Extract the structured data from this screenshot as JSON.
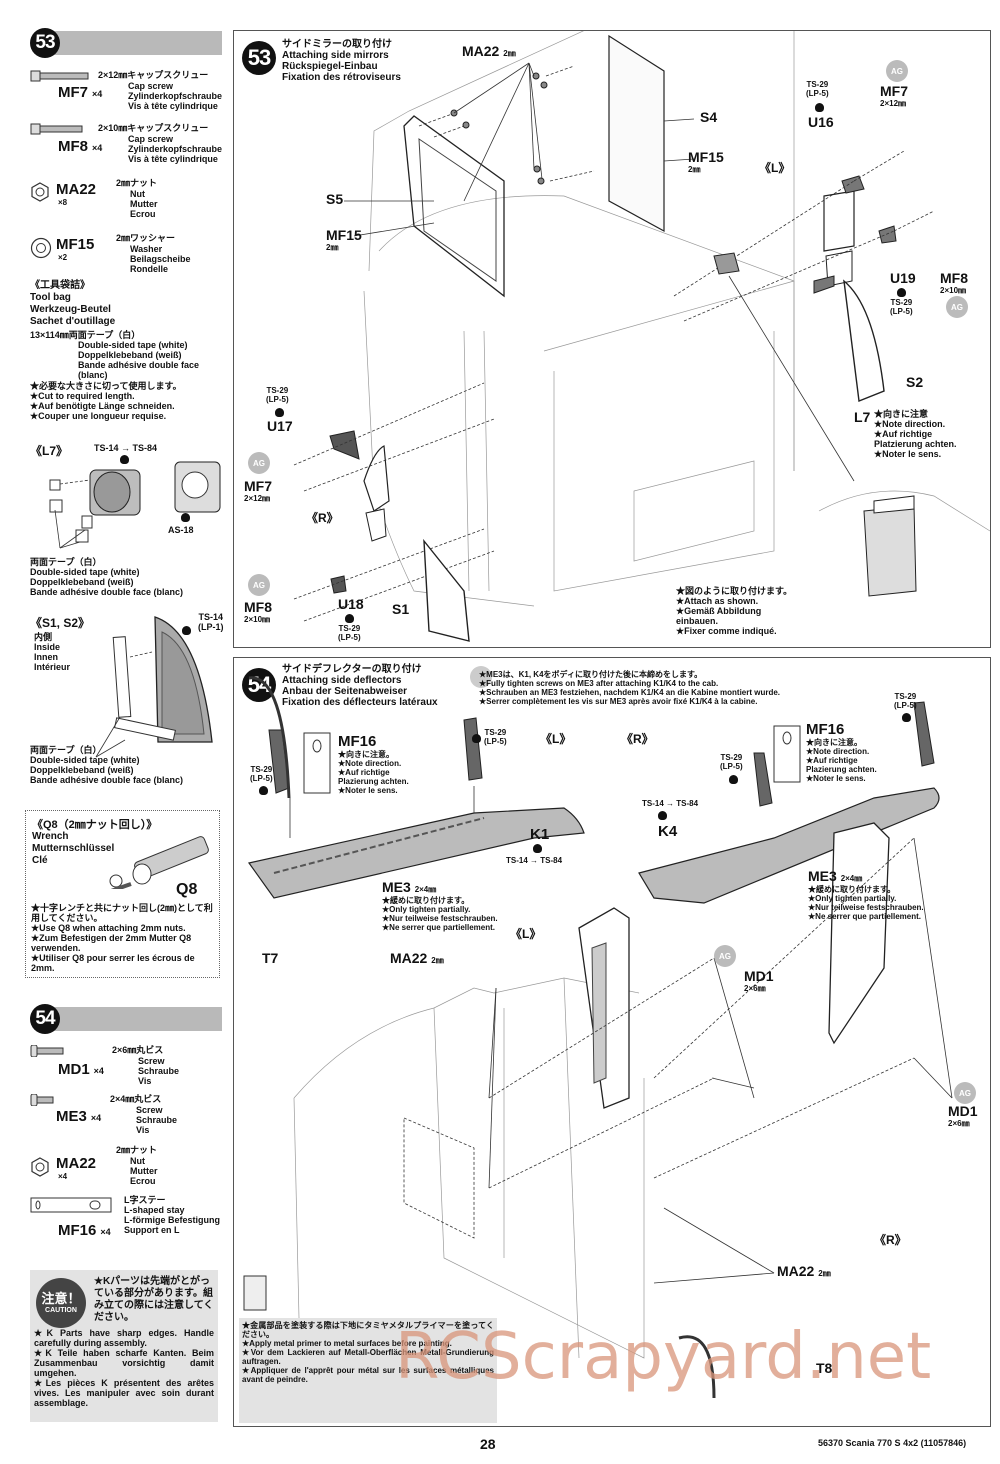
{
  "page": {
    "page_number": "28",
    "footer_product": "56370 Scania 770 S 4x2 (11057846)",
    "watermark": "RCScrapyard.net"
  },
  "sidebar53": {
    "step": "53",
    "parts": [
      {
        "code": "MF7",
        "qty": "×4",
        "jp": "2×12㎜キャップスクリュー",
        "lines": [
          "Cap screw",
          "Zylinderkopfschraube",
          "Vis à tête cylindrique"
        ],
        "icon": "cap-screw-long"
      },
      {
        "code": "MF8",
        "qty": "×4",
        "jp": "2×10㎜キャップスクリュー",
        "lines": [
          "Cap screw",
          "Zylinderkopfschraube",
          "Vis à tête cylindrique"
        ],
        "icon": "cap-screw"
      },
      {
        "code": "MA22",
        "qty": "×8",
        "jp": "2㎜ナット",
        "lines": [
          "Nut",
          "Mutter",
          "Ecrou"
        ],
        "icon": "hex-nut"
      },
      {
        "code": "MF15",
        "qty": "×2",
        "jp": "2㎜ワッシャー",
        "lines": [
          "Washer",
          "Beilagscheibe",
          "Rondelle"
        ],
        "icon": "washer"
      }
    ],
    "toolbag": {
      "jp": "《工具袋詰》",
      "lines": [
        "Tool bag",
        "Werkzeug-Beutel",
        "Sachet d'outillage"
      ],
      "tape_jp": "13×114㎜両面テープ（白）",
      "tape_lines": [
        "Double-sided tape (white)",
        "Doppelklebeband (weiß)",
        "Bande adhésive double face",
        "(blanc)"
      ],
      "notes": [
        "★必要な大きさに切って使用します。",
        "★Cut to required length.",
        "★Auf benötigte Länge schneiden.",
        "★Couper une longueur requise."
      ]
    },
    "l7": {
      "title": "《L7》",
      "paint1": "TS-14 → TS-84",
      "paint2": "AS-18",
      "tape_jp": "両面テープ（白）",
      "tape_lines": [
        "Double-sided tape (white)",
        "Doppelklebeband (weiß)",
        "Bande adhésive double face (blanc)"
      ]
    },
    "s1s2": {
      "title": "《S1, S2》",
      "paint": [
        "TS-14",
        "(LP-1)"
      ],
      "inside": [
        "内側",
        "Inside",
        "Innen",
        "Intérieur"
      ],
      "tape_jp": "両面テープ（白）",
      "tape_lines": [
        "Double-sided tape (white)",
        "Doppelklebeband (weiß)",
        "Bande adhésive double face (blanc)"
      ]
    },
    "q8": {
      "title": "《Q8（2㎜ナット回し）》",
      "lines": [
        "Wrench",
        "Mutternschlüssel",
        "Clé"
      ],
      "label": "Q8",
      "notes": [
        "★十字レンチと共にナット回し(2㎜)として利用してください。",
        "★Use Q8 when attaching 2mm nuts.",
        "★Zum Befestigen der 2mm Mutter Q8 verwenden.",
        "★Utiliser Q8 pour serrer les écrous de 2mm."
      ]
    }
  },
  "sidebar54": {
    "step": "54",
    "parts": [
      {
        "code": "MD1",
        "qty": "×4",
        "jp": "2×6㎜丸ビス",
        "lines": [
          "Screw",
          "Schraube",
          "Vis"
        ],
        "icon": "round-screw"
      },
      {
        "code": "ME3",
        "qty": "×4",
        "jp": "2×4㎜丸ビス",
        "lines": [
          "Screw",
          "Schraube",
          "Vis"
        ],
        "icon": "round-screw-short"
      },
      {
        "code": "MA22",
        "qty": "×4",
        "jp": "2㎜ナット",
        "lines": [
          "Nut",
          "Mutter",
          "Ecrou"
        ],
        "icon": "hex-nut"
      },
      {
        "code": "MF16",
        "qty": "×4",
        "jp": "L字ステー",
        "lines": [
          "L-shaped stay",
          "L-förmige Befestigung",
          "Support en L"
        ],
        "icon": "l-stay"
      }
    ],
    "caution": {
      "badge_jp": "注意！",
      "badge_en": "CAUTION",
      "jp": "★Kパーツは先端がとがっている部分があります。組み立ての際には注意してください。",
      "lines": [
        "★K Parts have sharp edges. Handle carefully during assembly.",
        "★K Teile haben scharfe Kanten. Beim Zusammenbau vorsichtig damit umgehen.",
        "★Les pièces K présentent des arêtes vives. Les manipuler avec soin durant assemblage."
      ]
    }
  },
  "step53": {
    "number": "53",
    "title_jp": "サイドミラーの取り付け",
    "title_en": "Attaching side mirrors",
    "title_de": "Rückspiegel-Einbau",
    "title_fr": "Fixation des rétroviseurs",
    "labels": {
      "ma22": "MA22",
      "ma22_size": "2㎜",
      "s4": "S4",
      "s5": "S5",
      "s1": "S1",
      "s2": "S2",
      "mf15a": "MF15",
      "mf15a_size": "2㎜",
      "mf15b": "MF15",
      "mf15b_size": "2㎜",
      "left": "《L》",
      "right": "《R》",
      "u16": "U16",
      "u16_paint": [
        "TS-29",
        "(LP-5)"
      ],
      "u17": "U17",
      "u17_paint": [
        "TS-29",
        "(LP-5)"
      ],
      "u18": "U18",
      "u18_paint": [
        "TS-29",
        "(LP-5)"
      ],
      "u19": "U19",
      "u19_paint": [
        "TS-29",
        "(LP-5)"
      ],
      "mf7": "MF7",
      "mf7_size": "2×12㎜",
      "mf8": "MF8",
      "mf8_size": "2×10㎜",
      "l7": "L7",
      "ag": "AG"
    },
    "l7_notes": [
      "★向きに注意",
      "★Note direction.",
      "★Auf richtige",
      "Platzierung achten.",
      "★Noter le sens."
    ],
    "attach_notes": [
      "★図のように取り付けます。",
      "★Attach as shown.",
      "★Gemäß Abbildung",
      "einbauen.",
      "★Fixer comme indiqué."
    ]
  },
  "step54": {
    "number": "54",
    "title_jp": "サイドデフレクターの取り付け",
    "title_en": "Attaching side deflectors",
    "title_de": "Anbau der Seitenabweiser",
    "title_fr": "Fixation des déflecteurs latéraux",
    "top_notes": [
      "★ME3は、K1, K4をボディに取り付けた後に本締めをします。",
      "★Fully tighten screws on ME3 after attaching K1/K4 to the cab.",
      "★Schrauben an ME3 festziehen, nachdem K1/K4 an die Kabine montiert wurde.",
      "★Serrer complètement les vis sur ME3 après avoir fixé K1/K4 à la cabine."
    ],
    "left": {
      "side": "《L》",
      "mf16": "MF16",
      "mf16_notes": [
        "★向きに注意。",
        "★Note direction.",
        "★Auf richtige",
        "Plazierung achten.",
        "★Noter le sens."
      ],
      "paint_a": [
        "TS-29",
        "(LP-5)"
      ],
      "paint_b": [
        "TS-29",
        "(LP-5)"
      ],
      "k1": "K1",
      "k1_paint": "TS-14 → TS-84",
      "me3": "ME3",
      "me3_size": "2×4㎜",
      "me3_notes": [
        "★緩めに取り付けます。",
        "★Only tighten partially.",
        "★Nur teilweise festschrauben.",
        "★Ne serrer que partiellement."
      ]
    },
    "right": {
      "side": "《R》",
      "mf16": "MF16",
      "mf16_notes": [
        "★向きに注意。",
        "★Note direction.",
        "★Auf richtige",
        "Plazierung achten.",
        "★Noter le sens."
      ],
      "paint_a": [
        "TS-29",
        "(LP-5)"
      ],
      "paint_b": [
        "TS-29",
        "(LP-5)"
      ],
      "k4": "K4",
      "k4_paint": "TS-14 → TS-84",
      "me3": "ME3",
      "me3_size": "2×4㎜",
      "me3_notes": [
        "★緩めに取り付けます。",
        "★Only tighten partially.",
        "★Nur teilweise festschrauben.",
        "★Ne serrer que partiellement."
      ]
    },
    "assembly": {
      "t7": "T7",
      "t8": "T8",
      "ma22a": "MA22",
      "ma22a_size": "2㎜",
      "ma22b": "MA22",
      "ma22b_size": "2㎜",
      "md1a": "MD1",
      "md1a_size": "2×6㎜",
      "md1b": "MD1",
      "md1b_size": "2×6㎜",
      "left": "《L》",
      "right": "《R》",
      "ag": "AG"
    },
    "primer_notes": [
      "★金属部品を塗装する際は下地にタミヤメタルプライマーを塗ってください。",
      "★Apply metal primer to metal surfaces before painting.",
      "★Vor dem Lackieren auf Metall-Oberflächen Metall-Grundierung auftragen.",
      "★Appliquer de l'apprêt pour métal sur les surfaces métalliques avant de peindre."
    ]
  }
}
